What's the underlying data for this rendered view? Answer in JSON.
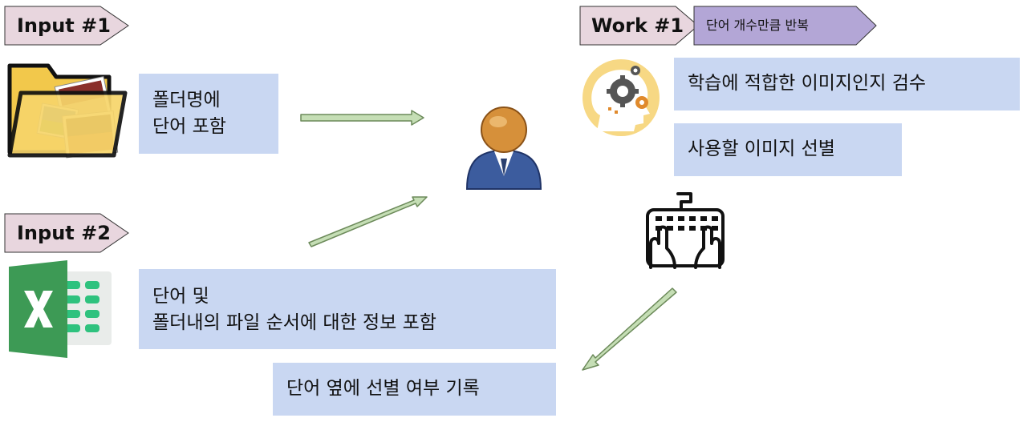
{
  "tags": {
    "input1": "Input #1",
    "input2": "Input #2",
    "work1": "Work #1",
    "work1_sub": "단어 개수만큼 반복"
  },
  "boxes": {
    "folder_name_line1": "폴더명에",
    "folder_name_line2": "단어 포함",
    "word_info_line1": "단어 및",
    "word_info_line2": "폴더내의 파일 순서에 대한 정보 포함",
    "check_image": "학습에 적합한 이미지인지 검수",
    "select_image": "사용할 이미지 선별",
    "record": "단어 옆에 선별 여부 기록"
  },
  "icons": [
    "folder-photos-icon",
    "excel-icon",
    "user-icon",
    "brain-gears-icon",
    "typing-keyboard-icon"
  ],
  "colors": {
    "tag_fill": "#e8d6de",
    "tag_sub_fill": "#b3a6d6",
    "box_fill": "#c9d7f2",
    "arrow_fill": "#c5deb5",
    "arrow_stroke": "#6c8a5a"
  }
}
